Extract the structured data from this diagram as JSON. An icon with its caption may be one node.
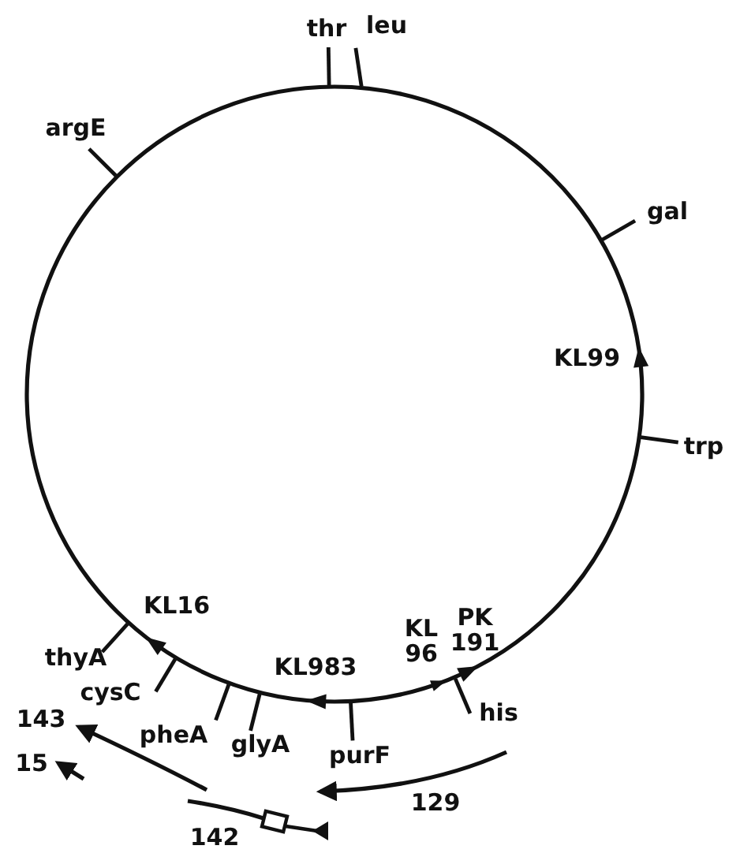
{
  "diagram": {
    "labels": [
      "thr",
      "leu",
      "argE",
      "gal",
      "KL99",
      "trp",
      "KL16",
      "thyA",
      "cysC",
      "KL983",
      "KL 96",
      "PK 191",
      "pheA",
      "glyA",
      "his",
      "purF",
      "143",
      "15",
      "129",
      "142"
    ]
  }
}
